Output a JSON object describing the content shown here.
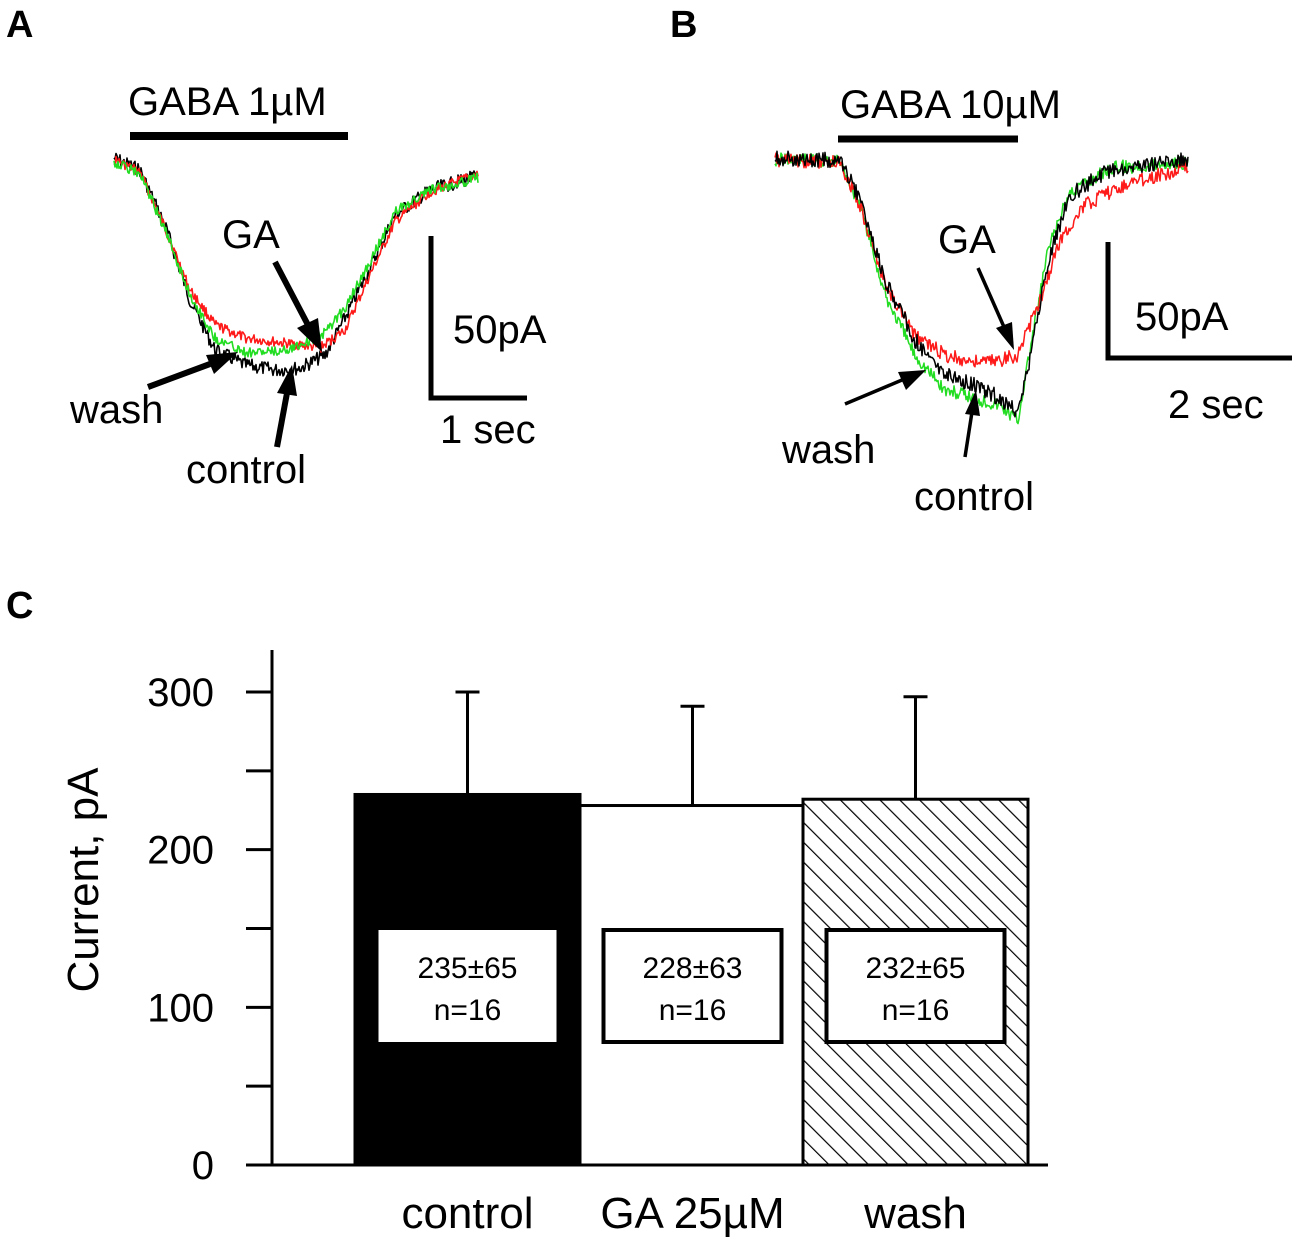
{
  "panels": {
    "a": {
      "letter": "A",
      "drug_label": "GABA 1µM",
      "scale_y": "50pA",
      "scale_x": "1 sec",
      "labels": {
        "ga": "GA",
        "wash": "wash",
        "control": "control"
      }
    },
    "b": {
      "letter": "B",
      "drug_label": "GABA 10µM",
      "scale_y": "50pA",
      "scale_x": "2 sec",
      "labels": {
        "ga": "GA",
        "wash": "wash",
        "control": "control"
      }
    },
    "c": {
      "letter": "C"
    }
  },
  "colors": {
    "control": "#000000",
    "ga": "#ff1a1a",
    "wash": "#22dd22"
  },
  "chart_data": {
    "type": "bar",
    "ylabel": "Current, pA",
    "ylim": [
      0,
      325
    ],
    "yticks": [
      0,
      100,
      200,
      300
    ],
    "categories": [
      "control",
      "GA 25µM",
      "wash"
    ],
    "values": [
      235,
      228,
      232
    ],
    "errors": [
      65,
      63,
      65
    ],
    "fills": [
      "solid-black",
      "white",
      "hatched"
    ],
    "annotations": [
      {
        "mean": "235±65",
        "n": "n=16"
      },
      {
        "mean": "228±63",
        "n": "n=16"
      },
      {
        "mean": "232±65",
        "n": "n=16"
      }
    ]
  }
}
